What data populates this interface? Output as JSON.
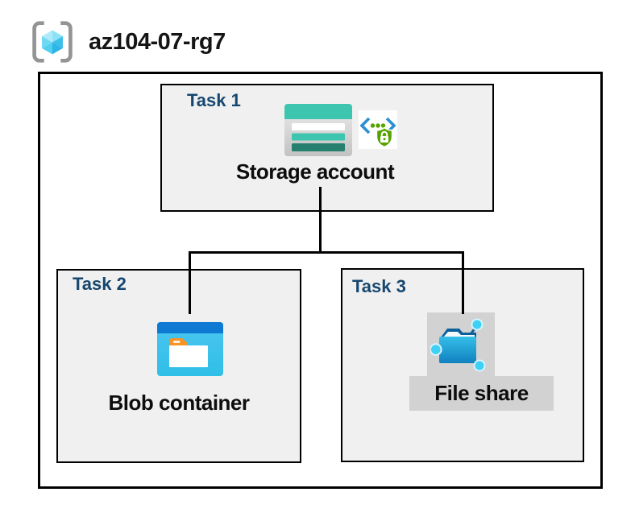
{
  "header": {
    "resource_group": "az104-07-rg7",
    "icon": "resource-group-icon"
  },
  "tasks": [
    {
      "label": "Task 1",
      "resource": "Storage account",
      "icons": [
        "storage-account-icon",
        "secure-access-icon"
      ]
    },
    {
      "label": "Task 2",
      "resource": "Blob container",
      "icons": [
        "blob-container-icon"
      ]
    },
    {
      "label": "Task 3",
      "resource": "File share",
      "icons": [
        "file-share-icon"
      ],
      "highlighted": true
    }
  ],
  "connections": [
    {
      "from": "Storage account",
      "to": "Blob container"
    },
    {
      "from": "Storage account",
      "to": "File share"
    }
  ],
  "colors": {
    "task_label": "#17476F",
    "box_fill": "#F0F0F0",
    "box_border": "#000000",
    "storage_teal": "#3DC5B0",
    "storage_teal_dark": "#27806F",
    "blob_bar_blue": "#0F7AD4",
    "blob_body_cyan": "#3CC3EE",
    "folder_tab_orange": "#F79428",
    "file_folder_blue": "#1487C5",
    "file_node_cyan": "#3FD0F5",
    "shield_green": "#57A300",
    "code_bracket_blue": "#2B8FD3",
    "highlight_gray": "#D2D2D2",
    "rg_cube_cyan": "#5FD4F2",
    "rg_bracket_gray": "#949494"
  }
}
